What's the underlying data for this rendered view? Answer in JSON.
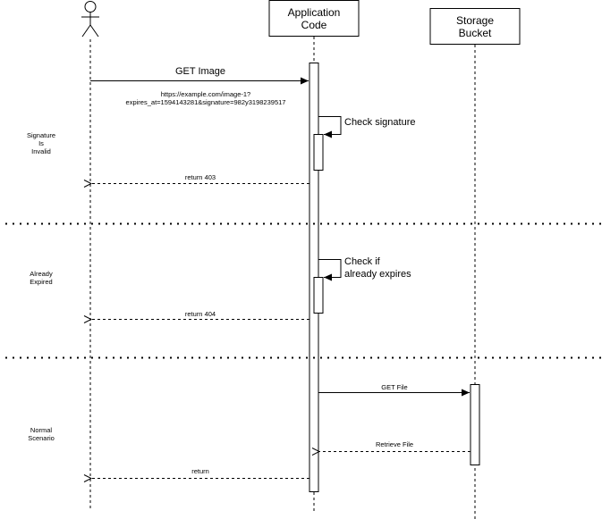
{
  "participants": {
    "actor": "",
    "application": "Application\nCode",
    "storage": "Storage\nBucket"
  },
  "messages": {
    "get_image": "GET Image",
    "get_image_url_line1": "https://example.com/image-1?",
    "get_image_url_line2": "expires_at=1594143281&signature=982y3198239517",
    "check_signature": "Check signature",
    "return_403": "return 403",
    "check_expires_line1": "Check if",
    "check_expires_line2": "already expires",
    "return_404": "return 404",
    "get_file": "GET File",
    "retrieve_file": "Retrieve File",
    "return": "return"
  },
  "sections": {
    "invalid_line1": "Signature",
    "invalid_line2": "Is",
    "invalid_line3": "Invalid",
    "expired_line1": "Already",
    "expired_line2": "Expired",
    "normal_line1": "Normal",
    "normal_line2": "Scenario"
  }
}
